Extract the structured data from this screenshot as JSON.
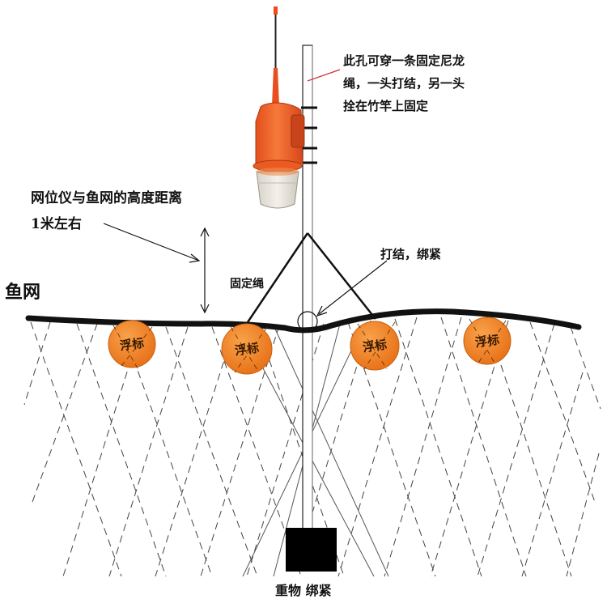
{
  "labels": {
    "hole_note_line1": "此孔可穿一条固定尼龙",
    "hole_note_line2": "绳，一头打结，另一头",
    "hole_note_line3": "拴在竹竿上固定",
    "height_note_line1": "网位仪与鱼网的高度距离",
    "height_note_line2": "1米左右",
    "fish_net": "鱼网",
    "fixing_rope": "固定绳",
    "knot_tie": "打结，绑紧",
    "weight_tie": "重物 绑紧"
  },
  "floats": [
    {
      "label": "浮标"
    },
    {
      "label": "浮标"
    },
    {
      "label": "浮标"
    },
    {
      "label": "浮标"
    }
  ],
  "colors": {
    "float": "#f0821e",
    "device_body": "#f26a2a",
    "device_lens": "#e8e4dc",
    "antenna_tip": "#f04a1a",
    "net_line": "#111111",
    "weight": "#000000",
    "pointer_line": "#d42a2a"
  }
}
